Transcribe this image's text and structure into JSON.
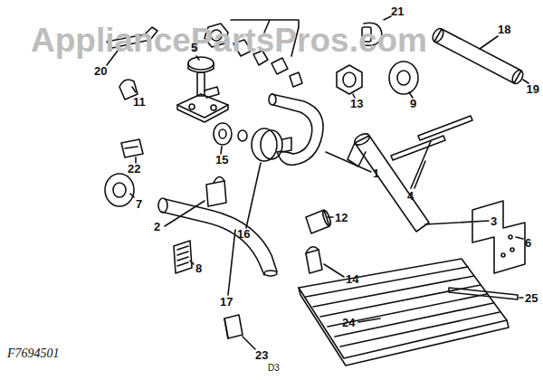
{
  "diagram": {
    "labels": [
      "AppliancePartsPros.com",
      "21",
      "18",
      "20",
      "5",
      "11",
      "13",
      "9",
      "19",
      "15",
      "4",
      "22",
      "7",
      "1",
      "16",
      "2",
      "12",
      "3",
      "6",
      "8",
      "17",
      "14",
      "25",
      "24",
      "23",
      "D3",
      "F7694501"
    ]
  }
}
